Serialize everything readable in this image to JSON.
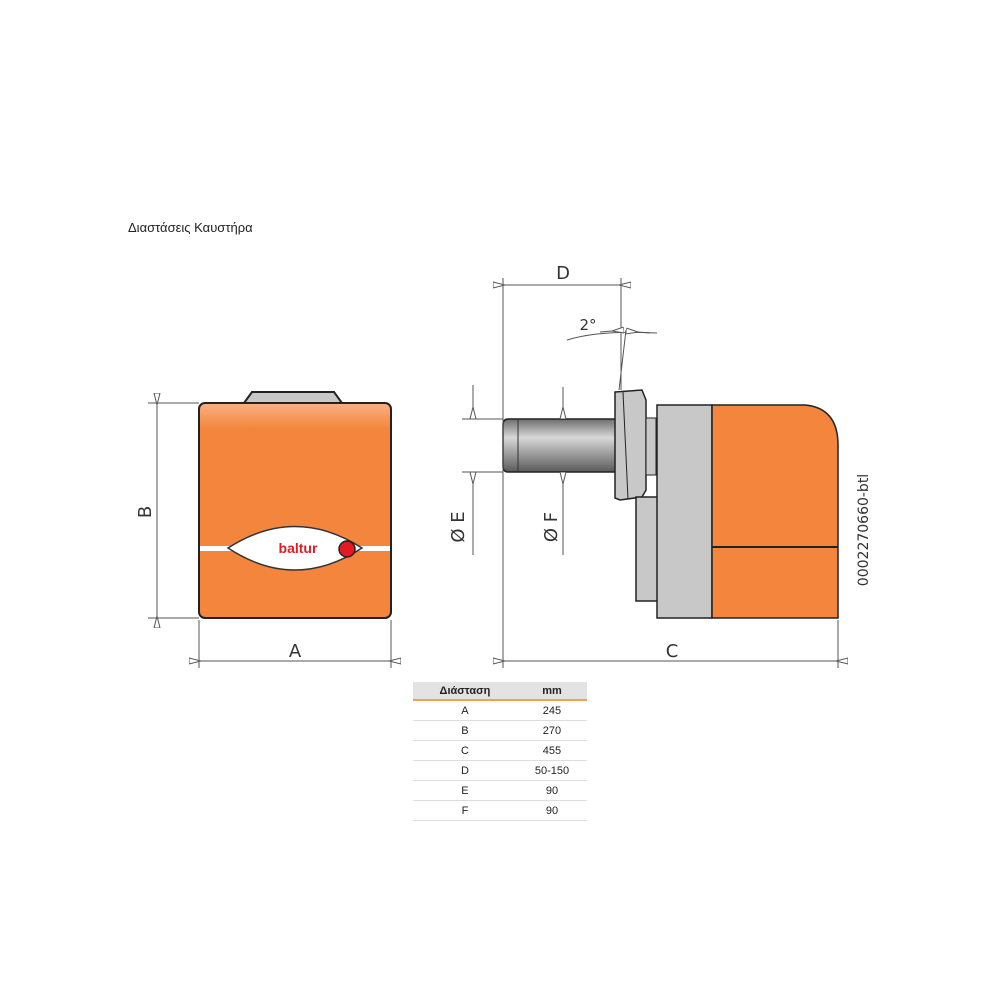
{
  "title": "Διαστάσεις Καυστήρα",
  "diagram": {
    "labels": {
      "A": "A",
      "B": "B",
      "C": "C",
      "D": "D",
      "E": "Ø E",
      "F": "Ø F",
      "angle": "2°"
    },
    "brand_logo": "baltur",
    "drawing_code": "0002270660-btl",
    "colors": {
      "body": "#f3863c",
      "metal": "#c8c8c8",
      "logo": "#e21b23",
      "table_accent": "#f0a050"
    }
  },
  "table": {
    "headers": [
      "Διάσταση",
      "mm"
    ],
    "rows": [
      {
        "dim": "A",
        "mm": "245"
      },
      {
        "dim": "B",
        "mm": "270"
      },
      {
        "dim": "C",
        "mm": "455"
      },
      {
        "dim": "D",
        "mm": "50-150"
      },
      {
        "dim": "E",
        "mm": "90"
      },
      {
        "dim": "F",
        "mm": "90"
      }
    ]
  }
}
